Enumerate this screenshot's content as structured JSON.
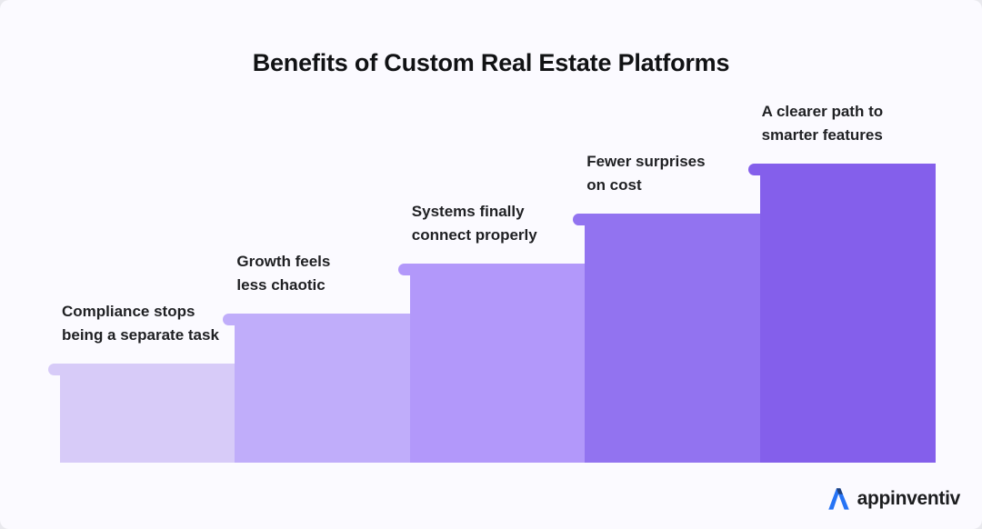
{
  "title": "Benefits of Custom Real Estate Platforms",
  "chart_data": {
    "type": "bar",
    "title": "Benefits of Custom Real Estate Platforms",
    "categories": [
      "Compliance stops being a separate task",
      "Growth feels less chaotic",
      "Systems finally connect properly",
      "Fewer surprises on cost",
      "A clearer path to smarter features"
    ],
    "values": [
      1,
      2,
      3,
      4,
      5
    ],
    "value_note": "no numeric axis shown; equal-increment ascending staircase",
    "xlabel": "",
    "ylabel": "",
    "grid": false,
    "legend": false,
    "bar_colors": [
      "#D7CBF8",
      "#C0ADFA",
      "#B298FA",
      "#9273F0",
      "#845FEB"
    ]
  },
  "steps": [
    {
      "label_lines": [
        "Compliance stops",
        "being a separate task"
      ],
      "color": "#D7CBF8"
    },
    {
      "label_lines": [
        "Growth feels",
        "less chaotic"
      ],
      "color": "#C0ADFA"
    },
    {
      "label_lines": [
        "Systems finally",
        "connect properly"
      ],
      "color": "#B298FA"
    },
    {
      "label_lines": [
        "Fewer surprises",
        "on cost"
      ],
      "color": "#9273F0"
    },
    {
      "label_lines": [
        "A clearer path to",
        "smarter features"
      ],
      "color": "#845FEB"
    }
  ],
  "footer": {
    "brand": "appinventiv",
    "logo_colors": {
      "primary_blue": "#2673F5",
      "dark_navy": "#20407A"
    }
  },
  "colors": {
    "background": "#FBFAFF",
    "title_text": "#111214",
    "label_text": "#1F2023"
  }
}
